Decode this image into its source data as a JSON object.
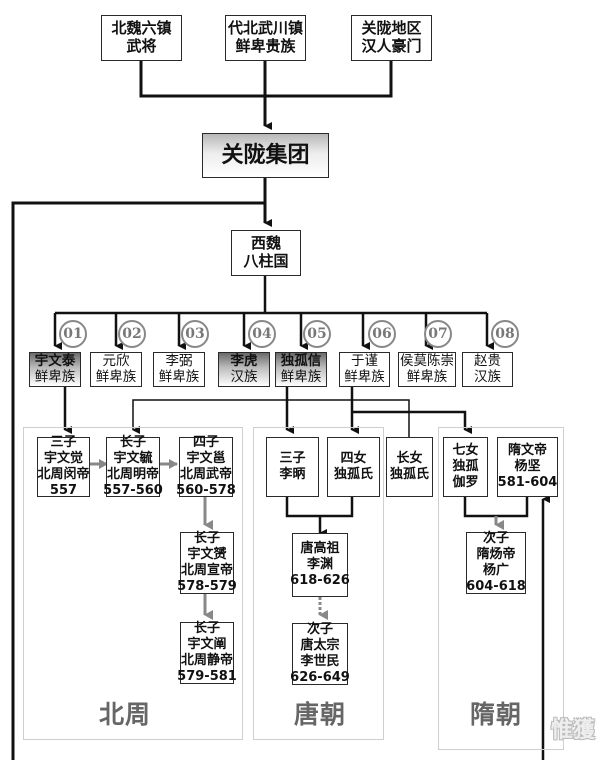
{
  "origins": [
    {
      "lines": [
        "北魏六镇",
        "武将"
      ]
    },
    {
      "lines": [
        "代北武川镇",
        "鲜卑贵族"
      ]
    },
    {
      "lines": [
        "关陇地区",
        "汉人豪门"
      ]
    }
  ],
  "group": {
    "label": "关陇集团"
  },
  "council": {
    "lines": [
      "西魏",
      "八柱国"
    ]
  },
  "pillars": [
    {
      "num": "01",
      "lines": [
        "宇文泰",
        "鲜卑族"
      ],
      "highlight": true
    },
    {
      "num": "02",
      "lines": [
        "元欣",
        "鲜卑族"
      ],
      "highlight": false
    },
    {
      "num": "03",
      "lines": [
        "李弼",
        "鲜卑族"
      ],
      "highlight": false
    },
    {
      "num": "04",
      "lines": [
        "李虎",
        "汉族"
      ],
      "highlight": true
    },
    {
      "num": "05",
      "lines": [
        "独孤信",
        "鲜卑族"
      ],
      "highlight": true
    },
    {
      "num": "06",
      "lines": [
        "于谨",
        "鲜卑族"
      ],
      "highlight": false
    },
    {
      "num": "07",
      "lines": [
        "侯莫陈崇",
        "鲜卑族"
      ],
      "highlight": false
    },
    {
      "num": "08",
      "lines": [
        "赵贵",
        "汉族"
      ],
      "highlight": false
    }
  ],
  "regions": {
    "beizhou": {
      "label": "北周",
      "people": [
        {
          "lines": [
            "三子",
            "宇文觉",
            "北周闵帝",
            "557"
          ]
        },
        {
          "lines": [
            "长子",
            "宇文毓",
            "北周明帝",
            "557-560"
          ]
        },
        {
          "lines": [
            "四子",
            "宇文邕",
            "北周武帝",
            "560-578"
          ]
        },
        {
          "lines": [
            "长子",
            "宇文赟",
            "北周宣帝",
            "578-579"
          ]
        },
        {
          "lines": [
            "长子",
            "宇文阐",
            "北周静帝",
            "579-581"
          ]
        }
      ]
    },
    "tang": {
      "label": "唐朝",
      "people": [
        {
          "lines": [
            "三子",
            "李昞"
          ]
        },
        {
          "lines": [
            "四女",
            "独孤氏"
          ]
        },
        {
          "lines": [
            "唐高祖",
            "李渊",
            "618-626"
          ]
        },
        {
          "lines": [
            "次子",
            "唐太宗",
            "李世民",
            "626-649"
          ]
        }
      ]
    },
    "eldest_daughter": {
      "lines": [
        "长女",
        "独孤氏"
      ]
    },
    "sui": {
      "label": "隋朝",
      "people": [
        {
          "lines": [
            "七女",
            "独孤",
            "伽罗"
          ]
        },
        {
          "lines": [
            "隋文帝",
            "杨坚",
            "581-604"
          ]
        },
        {
          "lines": [
            "次子",
            "隋炀帝",
            "杨广",
            "604-618"
          ]
        }
      ]
    }
  },
  "watermark": "惟獲"
}
